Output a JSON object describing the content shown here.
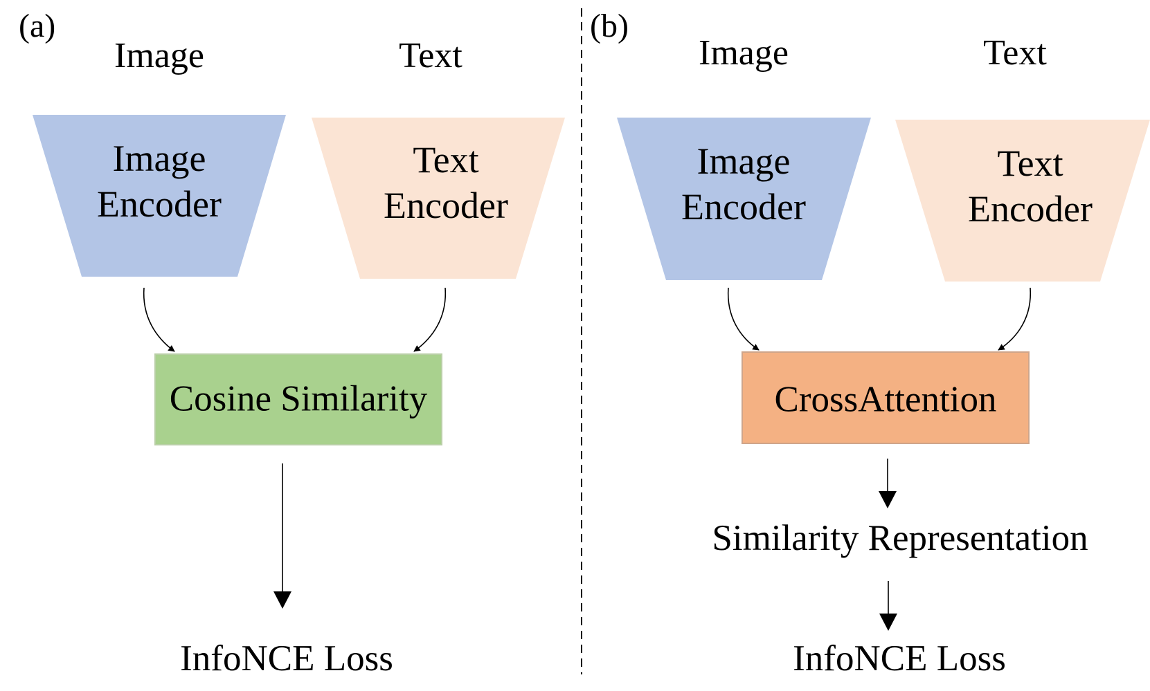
{
  "colors": {
    "image_encoder": "#b3c5e6",
    "text_encoder": "#fbe4d4",
    "cosine_box": "#a9d18e",
    "cosine_border": "#b9cfa6",
    "cross_box": "#f4b183",
    "cross_border": "#cfa58a",
    "line": "#000000",
    "divider": "#000000"
  },
  "panel_a": {
    "tag": "(a)",
    "image_label": "Image",
    "text_label": "Text",
    "image_encoder": {
      "line1": "Image",
      "line2": "Encoder"
    },
    "text_encoder": {
      "line1": "Text",
      "line2": "Encoder"
    },
    "fusion": "Cosine Similarity",
    "output": "InfoNCE Loss"
  },
  "panel_b": {
    "tag": "(b)",
    "image_label": "Image",
    "text_label": "Text",
    "image_encoder": {
      "line1": "Image",
      "line2": "Encoder"
    },
    "text_encoder": {
      "line1": "Text",
      "line2": "Encoder"
    },
    "fusion": "CrossAttention",
    "intermediate": "Similarity Representation",
    "output": "InfoNCE Loss"
  }
}
